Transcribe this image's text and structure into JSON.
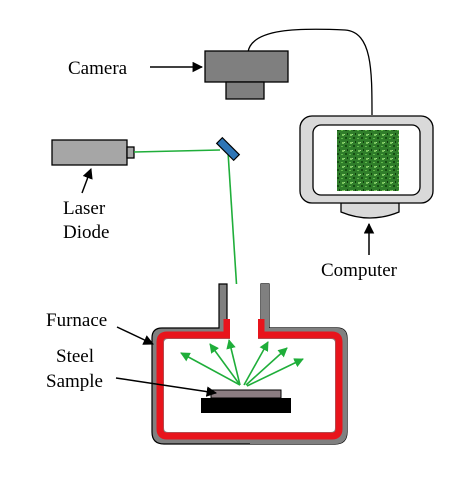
{
  "labels": {
    "camera": "Camera",
    "laser_line1": "Laser",
    "laser_line2": "Diode",
    "computer": "Computer",
    "furnace": "Furnace",
    "sample_line1": "Steel",
    "sample_line2": "Sample"
  },
  "colors": {
    "beam": "#1fae3a",
    "mirror": "#2e75b6",
    "furnace_wall": "#808080",
    "furnace_lining": "#e8141c",
    "camera_body": "#7f7f7f",
    "laser_body": "#a6a6a6",
    "computer_frame": "#d9d9d9",
    "screen_image": "#2f7d2a",
    "sample": "#8c7d82",
    "stage": "#000000"
  }
}
